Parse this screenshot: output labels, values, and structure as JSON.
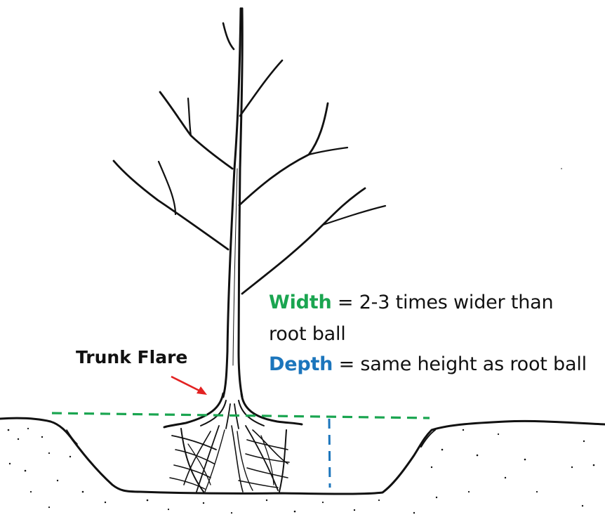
{
  "diagram": {
    "subject": "tree planting hole",
    "labels": {
      "trunk_flare": "Trunk Flare",
      "width_key": "Width",
      "width_text": " = 2-3 times wider than",
      "width_text_cont": "root ball",
      "depth_key": "Depth",
      "depth_text": " = same height as root ball"
    },
    "icons": {
      "trunk_flare_pointer": "red-arrow-icon",
      "width_guide": "green-dashed-line",
      "depth_guide": "blue-dashed-line"
    },
    "colors": {
      "width": "#1aa550",
      "depth": "#1b75bc",
      "arrow": "#e32222",
      "ink": "#111111",
      "background": "#ffffff"
    }
  }
}
